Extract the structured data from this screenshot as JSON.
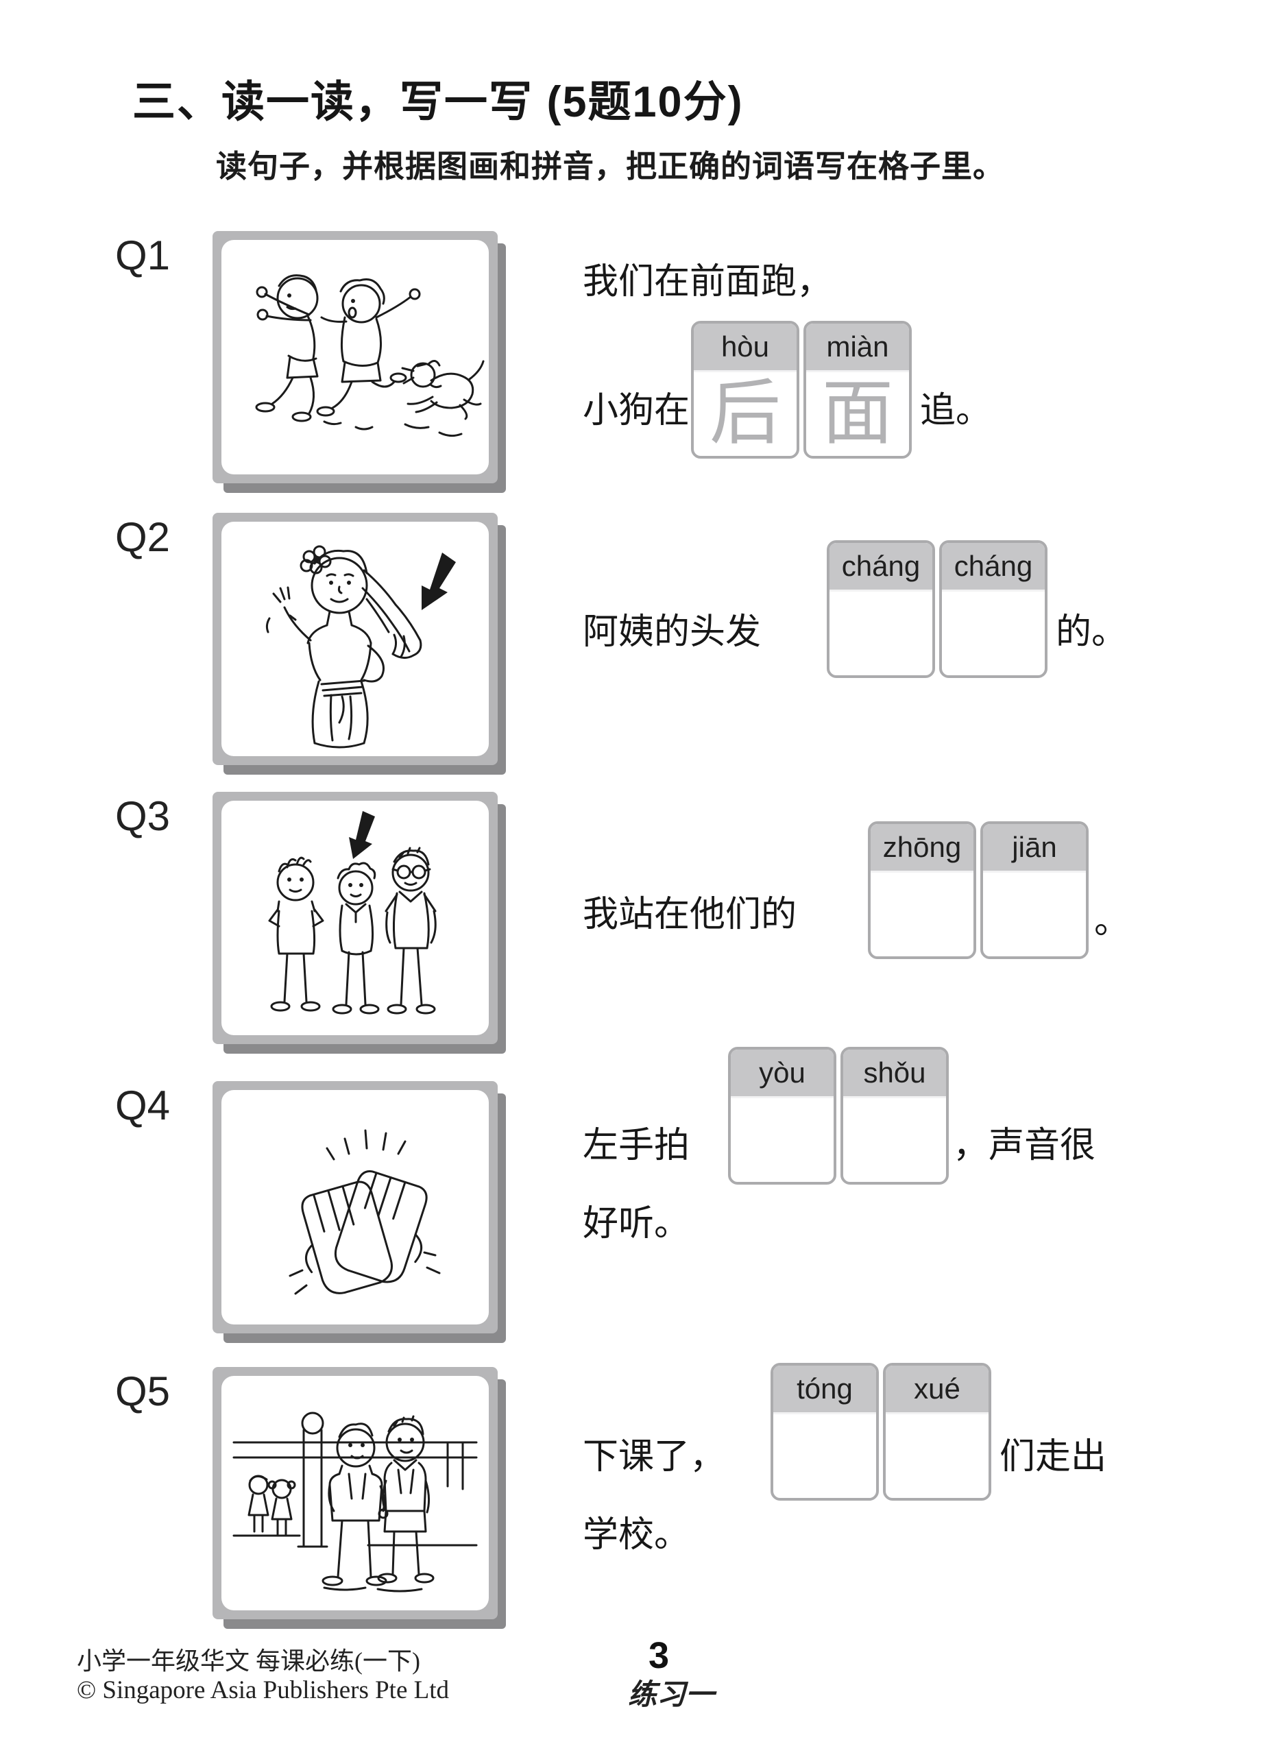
{
  "page": {
    "title": "三、读一读，写一写 (5题10分)",
    "subtitle": "读句子，并根据图画和拼音，把正确的词语写在格子里。"
  },
  "questions": [
    {
      "label": "Q1",
      "illustration": "two boys running away from a chasing puppy",
      "line1": "我们在前面跑，",
      "pre": "小狗在",
      "post": "追。",
      "pinyin": [
        "hòu",
        "miàn"
      ],
      "trace": [
        "后",
        "面"
      ]
    },
    {
      "label": "Q2",
      "illustration": "aunt dancing with long hair, arrow pointing to her hair",
      "pre": "阿姨的头发",
      "post": "的。",
      "pinyin": [
        "cháng",
        "cháng"
      ],
      "trace": [
        "",
        ""
      ]
    },
    {
      "label": "Q3",
      "illustration": "three boys standing together, arrow pointing to the middle one",
      "pre": "我站在他们的",
      "post": "。",
      "pinyin": [
        "zhōng",
        "jiān"
      ],
      "trace": [
        "",
        ""
      ]
    },
    {
      "label": "Q4",
      "illustration": "two hands clapping",
      "pre": "左手拍",
      "mid": "，声音很",
      "line2": "好听。",
      "pinyin": [
        "yòu",
        "shǒu"
      ],
      "trace": [
        "",
        ""
      ]
    },
    {
      "label": "Q5",
      "illustration": "two schoolboys with backpacks walking out of the school gate",
      "pre": "下课了，",
      "mid": "们走出",
      "line2": "学校。",
      "pinyin": [
        "tóng",
        "xué"
      ],
      "trace": [
        "",
        ""
      ]
    }
  ],
  "footer": {
    "series": "小学一年级华文 每课必练(一下)",
    "copyright": "© Singapore Asia Publishers Pte Ltd",
    "page_number": "3",
    "exercise_label": "练习一"
  },
  "colors": {
    "box_header_grey": "#c6c6c8",
    "box_border_grey": "#ababad",
    "frame_grey": "#b6b6b8",
    "frame_shadow_grey": "#8a8a8c",
    "trace_grey": "#b2b2b4",
    "ink": "#1a1a1a"
  }
}
